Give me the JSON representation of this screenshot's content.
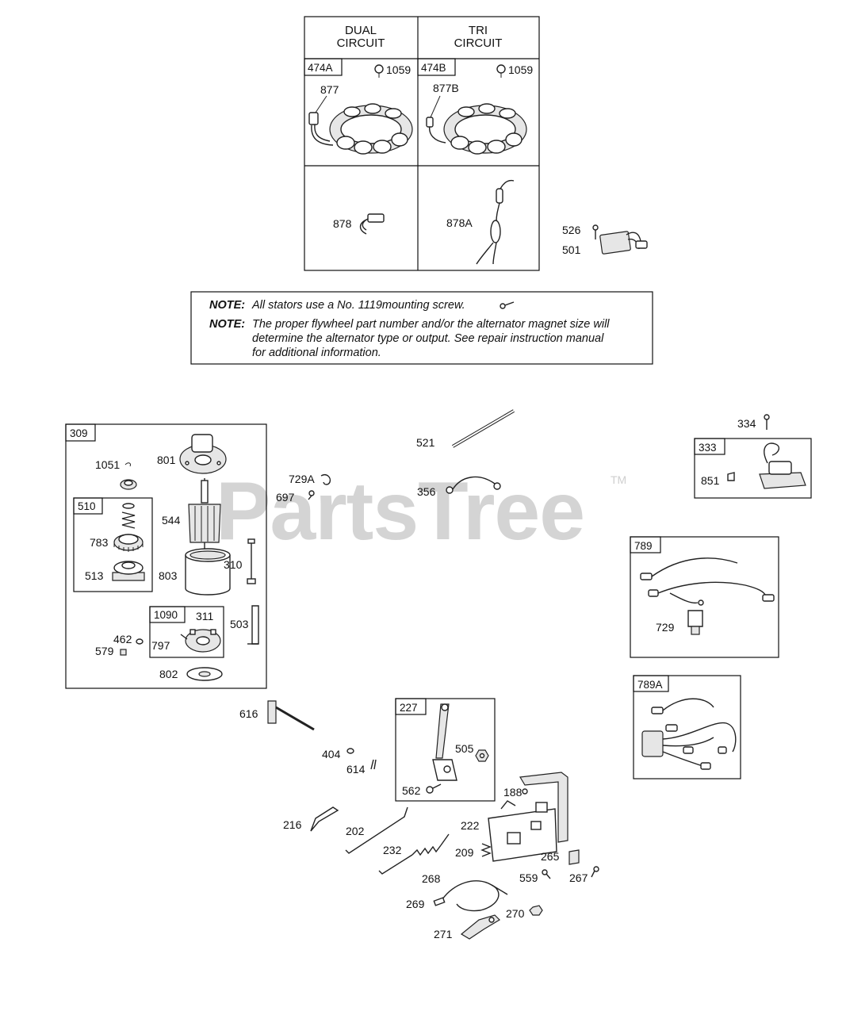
{
  "watermark": {
    "text": "PartsTree",
    "trademark": "TM"
  },
  "table": {
    "headers": {
      "left": [
        "DUAL",
        "CIRCUIT"
      ],
      "right": [
        "TRI",
        "CIRCUIT"
      ]
    },
    "left_tag": "474A",
    "right_tag": "474B",
    "screw_left": "1059",
    "screw_right": "1059",
    "left_connector": "877",
    "right_connector": "877B",
    "left_harness": "878",
    "right_harness": "878A"
  },
  "notes": [
    {
      "label": "NOTE:",
      "lines": [
        "All stators use a No. 1119mounting screw."
      ]
    },
    {
      "label": "NOTE:",
      "lines": [
        "The proper flywheel part number and/or the alternator magnet size will",
        "determine the alternator type or output. See repair instruction manual",
        "for additional information."
      ]
    }
  ],
  "regulator": {
    "screw": "526",
    "part": "501"
  },
  "starter": {
    "tag": "309",
    "subtag": "510",
    "brush_tag": "1090",
    "parts": {
      "p1051": "1051",
      "p801": "801",
      "p544": "544",
      "p783": "783",
      "p513": "513",
      "p803": "803",
      "p310": "310",
      "p311": "311",
      "p797": "797",
      "p503": "503",
      "p462": "462",
      "p579": "579",
      "p802": "802"
    }
  },
  "misc": {
    "p729A": "729A",
    "p697": "697",
    "p521": "521",
    "p356": "356",
    "p334": "334"
  },
  "ignition": {
    "tag": "333",
    "p851": "851"
  },
  "harness_789": {
    "tag": "789",
    "p729": "729"
  },
  "harness_789A": {
    "tag": "789A"
  },
  "throttle": {
    "tag": "227",
    "p505": "505",
    "p562": "562"
  },
  "linkage": {
    "p616": "616",
    "p404": "404",
    "p614": "614",
    "p188": "188",
    "p216": "216",
    "p202": "202",
    "p222": "222",
    "p232": "232",
    "p209": "209",
    "p265": "265",
    "p268": "268",
    "p559": "559",
    "p267": "267",
    "p269": "269",
    "p270": "270",
    "p271": "271"
  }
}
